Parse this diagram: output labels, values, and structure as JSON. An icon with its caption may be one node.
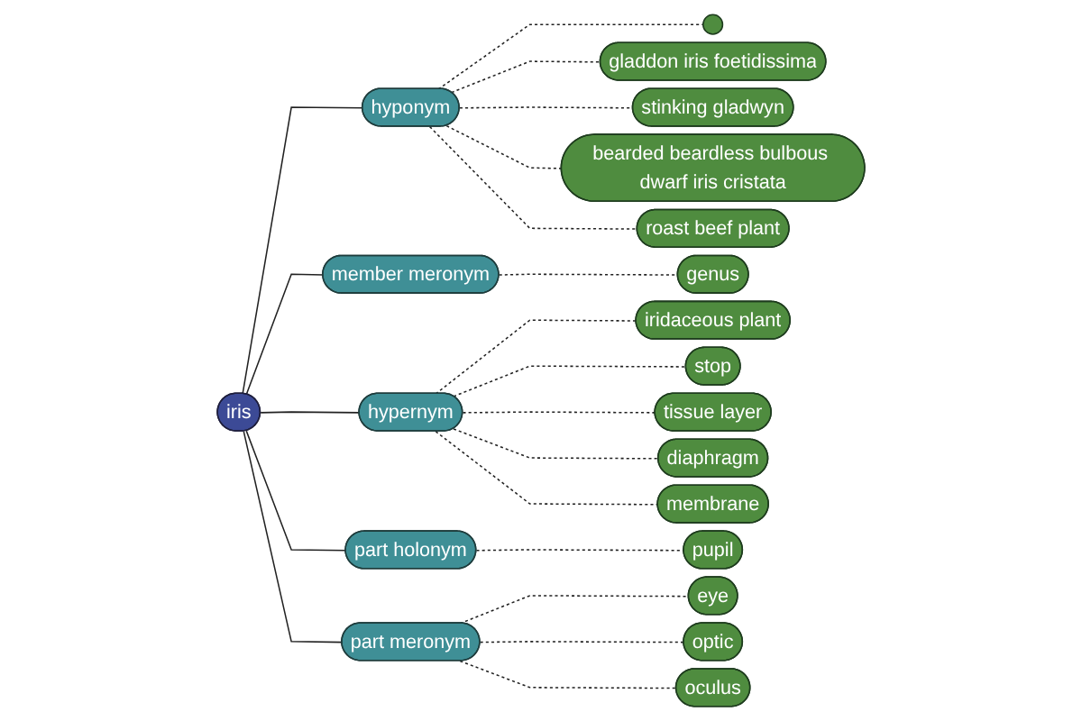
{
  "diagram": {
    "nodes": [
      {
        "text": [
          "iris"
        ]
      },
      {
        "text": [
          "hyponym"
        ]
      },
      {
        "text": [],
        "shape": "circle"
      },
      {
        "text": [
          "gladdon iris foetidissima"
        ]
      },
      {
        "text": [
          "stinking gladwyn"
        ]
      },
      {
        "text": [
          "bearded beardless bulbous dwarf iris cristata"
        ]
      },
      {
        "text": [
          "roast beef plant"
        ]
      },
      {
        "text": [
          "member meronym"
        ]
      },
      {
        "text": [
          "genus"
        ]
      },
      {
        "text": [
          "hypernym"
        ]
      },
      {
        "text": [
          "iridaceous plant"
        ]
      },
      {
        "text": [
          "stop"
        ]
      },
      {
        "text": [
          "tissue layer"
        ]
      },
      {
        "text": [
          "diaphragm"
        ]
      },
      {
        "text": [
          "membrane"
        ]
      },
      {
        "text": [
          "part holonym"
        ]
      },
      {
        "text": [
          "pupil"
        ]
      },
      {
        "text": [
          "part meronym"
        ]
      },
      {
        "text": [
          "eye"
        ]
      },
      {
        "text": [
          "optic"
        ]
      },
      {
        "text": [
          "oculus"
        ]
      }
    ],
    "edges": [
      {
        "from": 0,
        "to": 1,
        "arrow": "none"
      },
      {
        "from": 1,
        "to": 2,
        "arrow": "none",
        "style": "dashed"
      },
      {
        "from": 1,
        "to": 3,
        "arrow": "none",
        "style": "dashed"
      },
      {
        "from": 1,
        "to": 4,
        "arrow": "none",
        "style": "dashed"
      },
      {
        "from": 1,
        "to": 5,
        "arrow": "none",
        "style": "dashed"
      },
      {
        "from": 1,
        "to": 6,
        "arrow": "none",
        "style": "dashed"
      },
      {
        "from": 0,
        "to": 7,
        "arrow": "none"
      },
      {
        "from": 7,
        "to": 8,
        "arrow": "none",
        "style": "dashed"
      },
      {
        "from": 0,
        "to": 9,
        "arrow": "none"
      },
      {
        "from": 9,
        "to": 10,
        "arrow": "none",
        "style": "dashed"
      },
      {
        "from": 9,
        "to": 11,
        "arrow": "none",
        "style": "dashed"
      },
      {
        "from": 9,
        "to": 12,
        "arrow": "none",
        "style": "dashed"
      },
      {
        "from": 9,
        "to": 13,
        "arrow": "none",
        "style": "dashed"
      },
      {
        "from": 9,
        "to": 14,
        "arrow": "none",
        "style": "dashed"
      },
      {
        "from": 0,
        "to": 15,
        "arrow": "none"
      },
      {
        "from": 15,
        "to": 16,
        "arrow": "none",
        "style": "dashed"
      },
      {
        "from": 0,
        "to": 17,
        "arrow": "none"
      },
      {
        "from": 17,
        "to": 18,
        "arrow": "none",
        "style": "dashed"
      },
      {
        "from": 17,
        "to": 19,
        "arrow": "none",
        "style": "dashed"
      },
      {
        "from": 17,
        "to": 20,
        "arrow": "none",
        "style": "dashed"
      }
    ]
  }
}
